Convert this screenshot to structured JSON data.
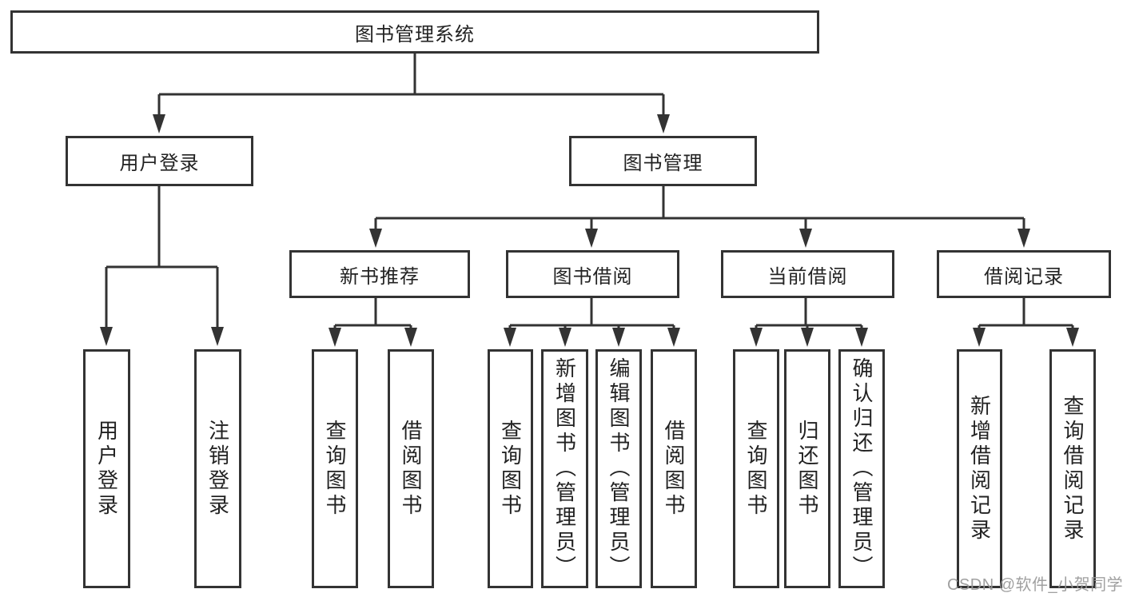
{
  "diagram_title": "图书管理系统",
  "nodes": {
    "root": "图书管理系统",
    "user_login": "用户登录",
    "book_mgmt": "图书管理",
    "new_books": "新书推荐",
    "book_borrow": "图书借阅",
    "current_borrow": "当前借阅",
    "borrow_records": "借阅记录",
    "user_login_children": [
      "用户登录",
      "注销登录"
    ],
    "new_books_children": [
      "查询图书",
      "借阅图书"
    ],
    "book_borrow_children": [
      "查询图书",
      "新增图书（管理员）",
      "编辑图书（管理员）",
      "借阅图书"
    ],
    "current_borrow_children": [
      "查询图书",
      "归还图书",
      "确认归还（管理员）"
    ],
    "borrow_records_children": [
      "新增借阅记录",
      "查询借阅记录"
    ]
  },
  "watermark": {
    "text": "CSDN @软件_小贺同学",
    "color": "#989898"
  },
  "colors": {
    "line": "#333333",
    "box_border": "#333333",
    "text": "#222222",
    "background": "#ffffff"
  }
}
